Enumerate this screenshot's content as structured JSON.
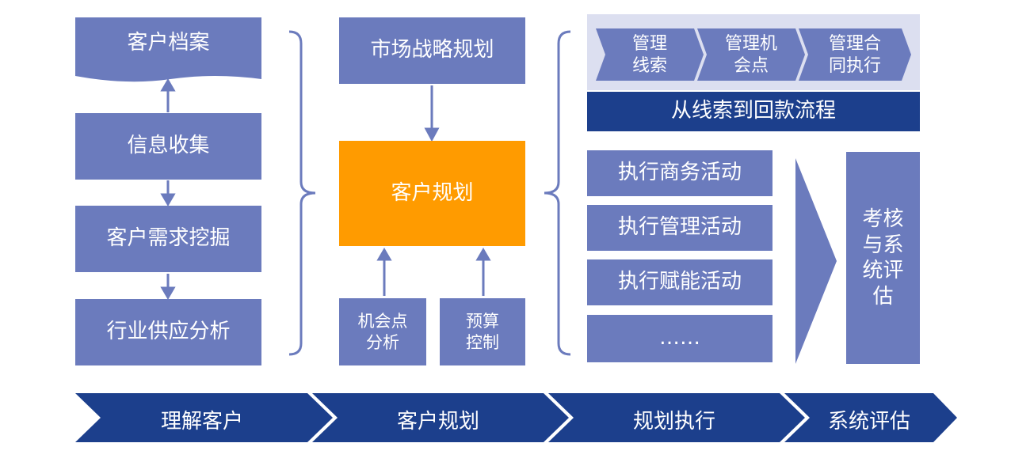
{
  "left_column": {
    "customer_profile": "客户档案",
    "info_collection": "信息收集",
    "needs_mining": "客户需求挖掘",
    "industry_analysis": "行业供应分析"
  },
  "middle_column": {
    "market_strategy": "市场战略规划",
    "customer_planning": "客户规划",
    "opportunity_analysis": "机会点\n分析",
    "budget_control": "预算\n控制"
  },
  "right_column": {
    "process_steps": [
      "管理\n线索",
      "管理机\n会点",
      "管理合\n同执行"
    ],
    "process_title": "从线索到回款流程",
    "activities": [
      "执行商务活动",
      "执行管理活动",
      "执行赋能活动",
      "……"
    ],
    "evaluation": "考核\n与系\n统评\n估"
  },
  "stages": [
    "理解客户",
    "客户规划",
    "规划执行",
    "系统评估"
  ],
  "colors": {
    "box": "#6b7bbd",
    "orange": "#ff9b00",
    "navy": "#1c3f8c",
    "lavender": "#dcdff0",
    "arrow": "#6b7bbd"
  }
}
